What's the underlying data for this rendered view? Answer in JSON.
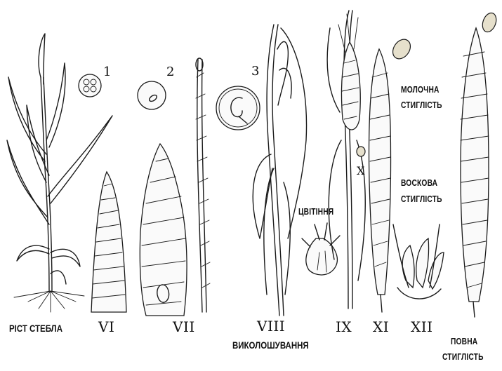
{
  "stages": {
    "stem_growth": "РІСТ СТЕБЛА",
    "vi": "VI",
    "vii": "VII",
    "viii": "VIII",
    "heading": "ВИКОЛОШУВАННЯ",
    "ix": "IX",
    "x": "X",
    "xi": "XI",
    "xii": "XII",
    "flowering": "ЦВІТІННЯ",
    "milk_ripeness_1": "МОЛОЧНА",
    "milk_ripeness_2": "СТИГЛІСТЬ",
    "wax_ripeness_1": "ВОСКОВА",
    "wax_ripeness_2": "СТИГЛІСТЬ",
    "full_ripeness_1": "ПОВНА",
    "full_ripeness_2": "СТИГЛІСТЬ"
  },
  "cells": {
    "c1": "1",
    "c2": "2",
    "c3": "3"
  }
}
